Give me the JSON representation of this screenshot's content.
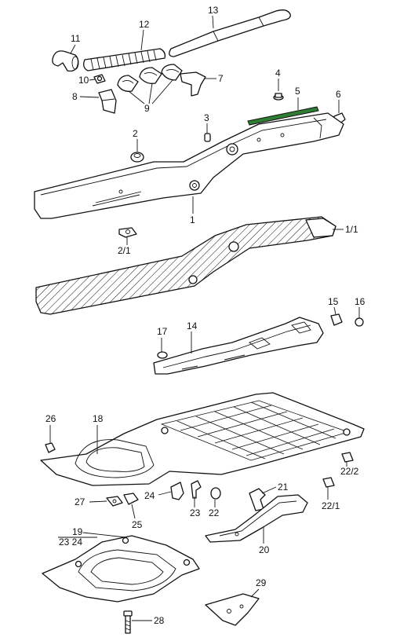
{
  "diagram": {
    "callouts": {
      "c1": "1",
      "c1_1": "1/1",
      "c2": "2",
      "c2_1": "2/1",
      "c3": "3",
      "c4": "4",
      "c5": "5",
      "c6": "6",
      "c7": "7",
      "c8": "8",
      "c9": "9",
      "c10": "10",
      "c11": "11",
      "c12": "12",
      "c13": "13",
      "c14": "14",
      "c15": "15",
      "c16": "16",
      "c17": "17",
      "c18": "18",
      "c19": "19",
      "c19_sub": "23  24",
      "c20": "20",
      "c21": "21",
      "c22": "22",
      "c22_1": "22/1",
      "c22_2": "22/2",
      "c23": "23",
      "c24": "24",
      "c25": "25",
      "c26": "26",
      "c27": "27",
      "c28": "28",
      "c29": "29"
    },
    "colors": {
      "line": "#111111",
      "background": "#ffffff",
      "highlight": "#2e7d32"
    }
  }
}
